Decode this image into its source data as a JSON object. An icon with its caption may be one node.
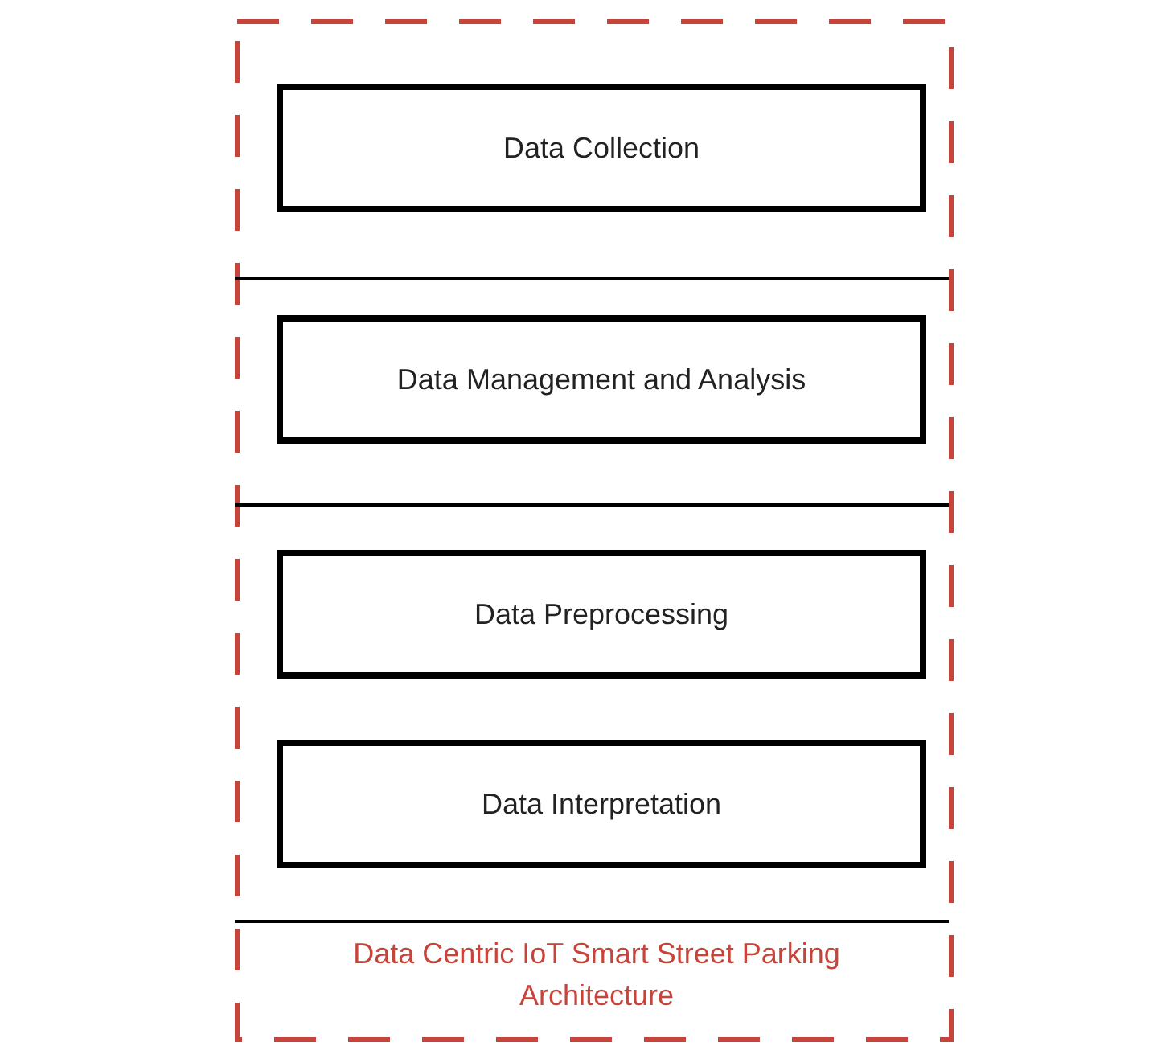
{
  "diagram": {
    "nodes": [
      {
        "text": [
          "Data Centric IoT Smart Street Parking Architecture"
        ]
      },
      {
        "text": [
          "Data Collection"
        ],
        "in": 0
      },
      {
        "text": [
          "Data Management and Analysis"
        ],
        "in": 0
      },
      {
        "text": [
          "Data Preprocessing"
        ],
        "in": 0
      },
      {
        "text": [
          "Data Interpretation"
        ],
        "in": 0
      }
    ]
  }
}
